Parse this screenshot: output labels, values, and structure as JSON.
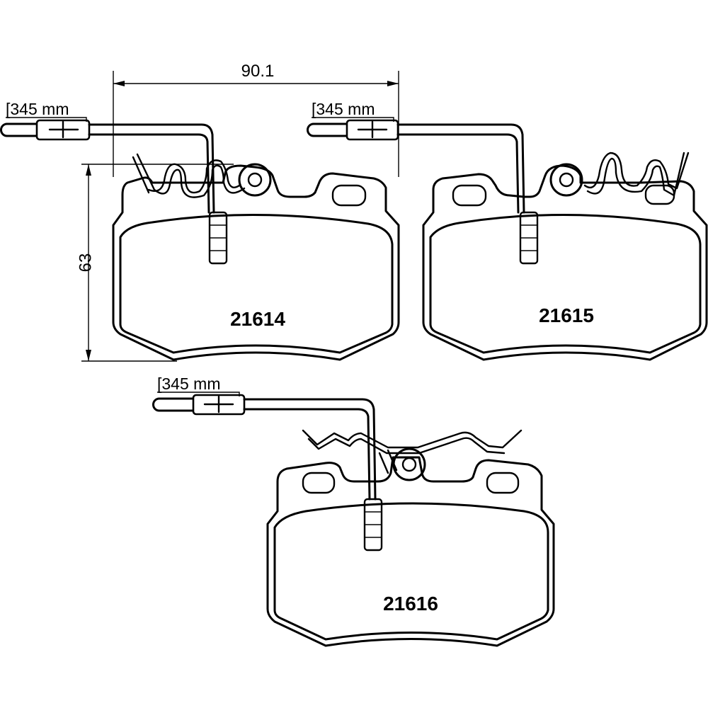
{
  "dimensions": {
    "width_label": "90.1",
    "height_label": "63"
  },
  "pads": [
    {
      "part_number": "21614",
      "wire_length_label": "[345 mm"
    },
    {
      "part_number": "21615",
      "wire_length_label": "[345 mm"
    },
    {
      "part_number": "21616",
      "wire_length_label": "[345 mm"
    }
  ],
  "colors": {
    "line": "#000000",
    "background": "#ffffff"
  }
}
